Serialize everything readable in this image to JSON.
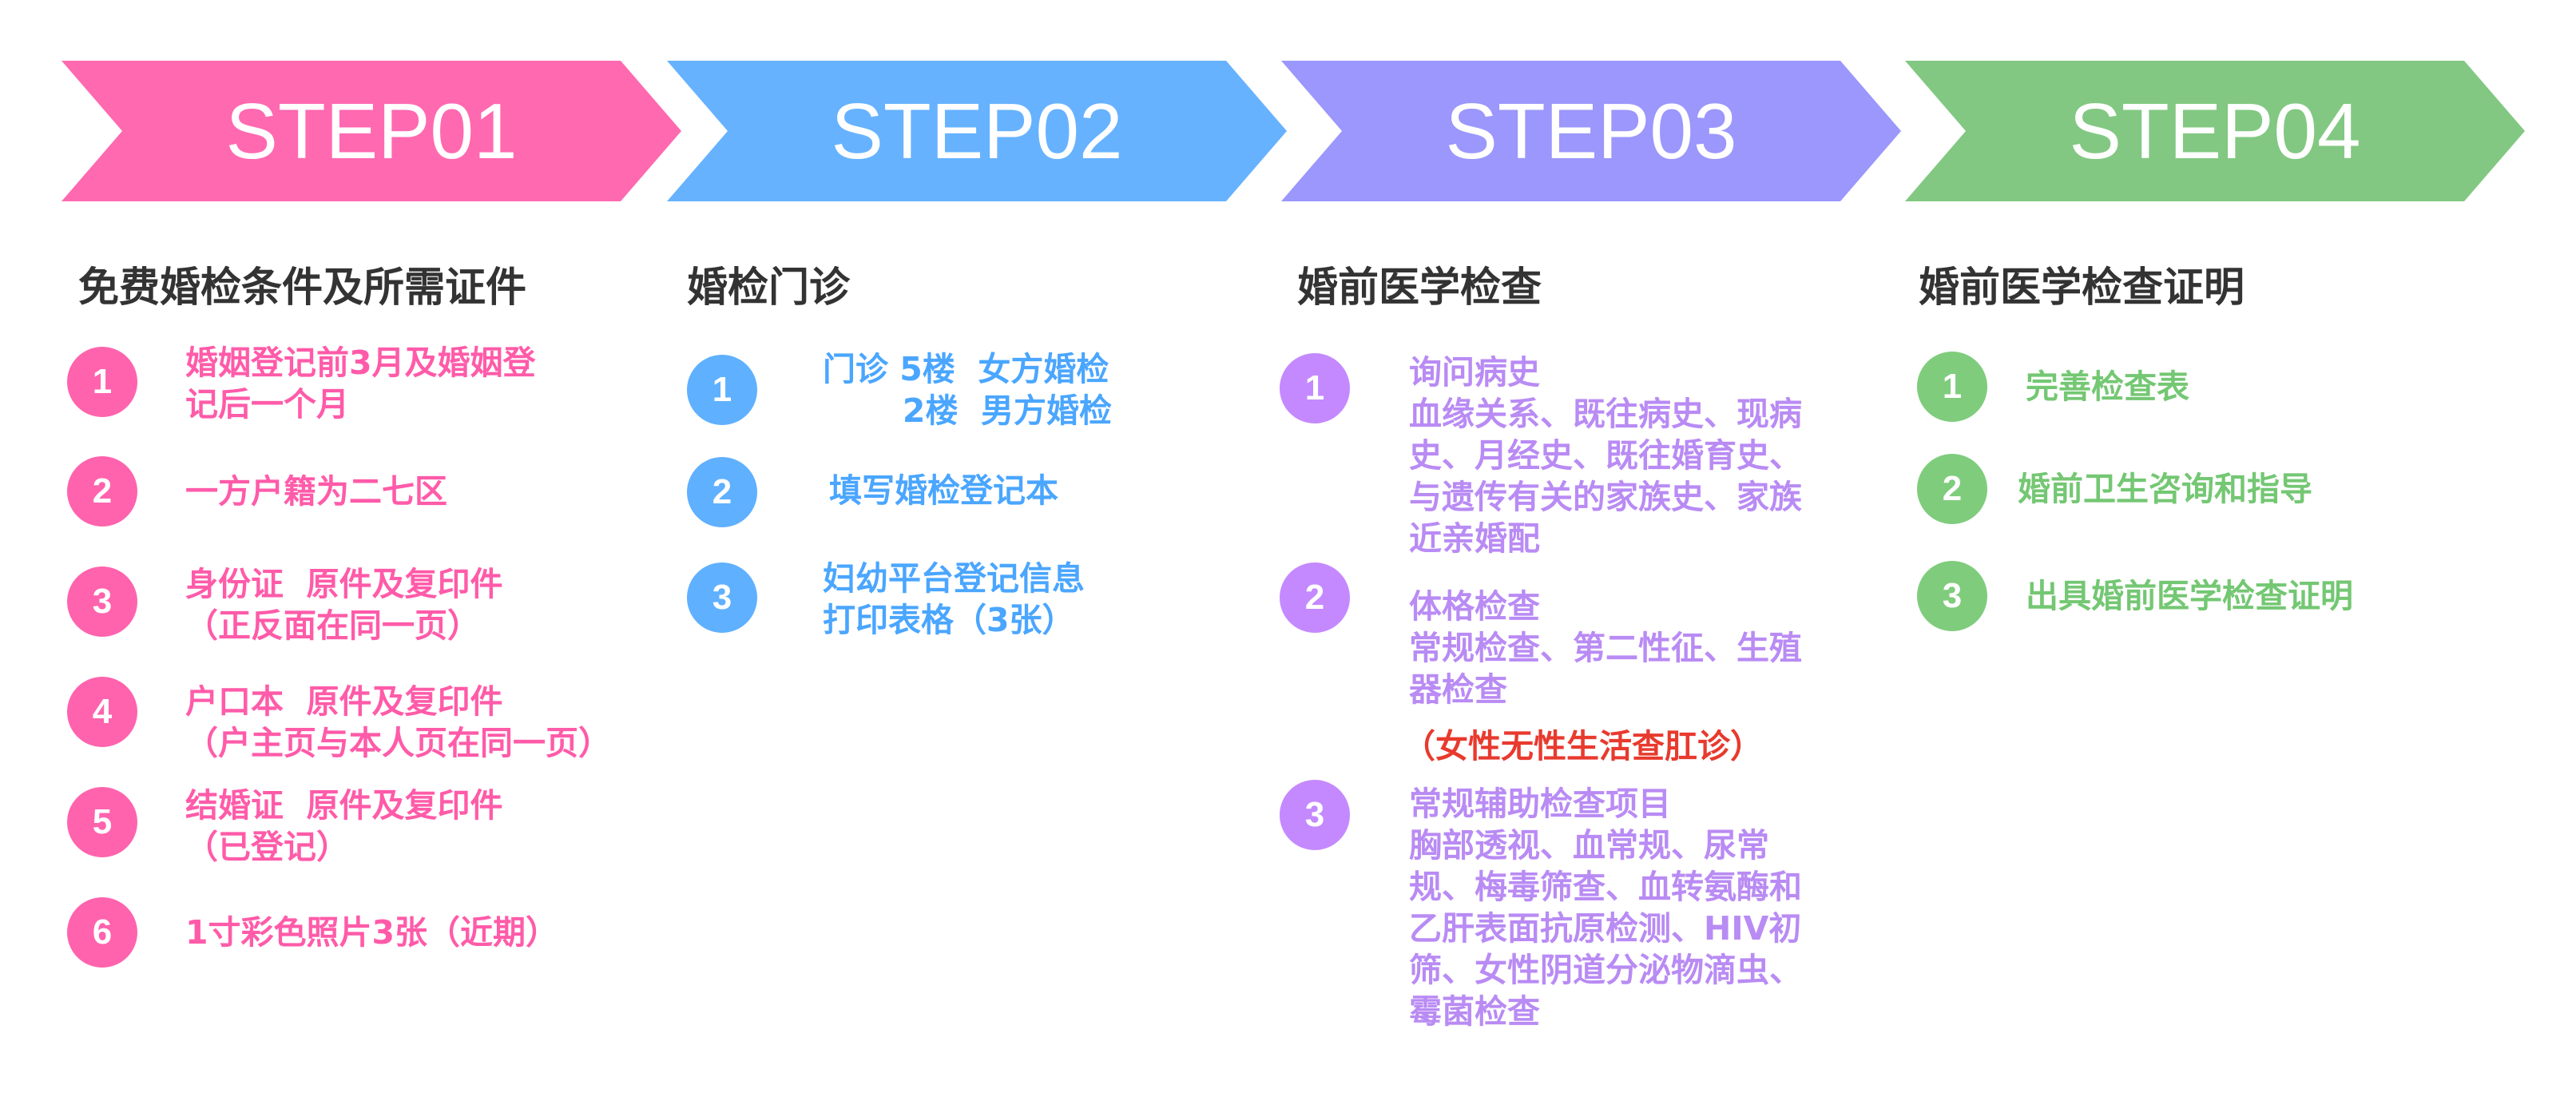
{
  "colors": {
    "step1": "#ff69b0",
    "step2": "#66b2ff",
    "step3": "#9b97fc",
    "step4": "#82c882",
    "warning": "#e83a2e"
  },
  "steps": [
    {
      "label": "STEP01",
      "heading": "免费婚检条件及所需证件",
      "items": [
        {
          "num": "1",
          "text": "婚姻登记前3月及婚姻登\n记后一个月"
        },
        {
          "num": "2",
          "text": "一方户籍为二七区"
        },
        {
          "num": "3",
          "text": "身份证  原件及复印件\n（正反面在同一页）"
        },
        {
          "num": "4",
          "text": "户口本  原件及复印件\n（户主页与本人页在同一页）"
        },
        {
          "num": "5",
          "text": "结婚证  原件及复印件\n（已登记）"
        },
        {
          "num": "6",
          "text": "1寸彩色照片3张（近期）"
        }
      ]
    },
    {
      "label": "STEP02",
      "heading": "婚检门诊",
      "items": [
        {
          "num": "1",
          "text": "门诊 5楼  女方婚检\n       2楼  男方婚检"
        },
        {
          "num": "2",
          "text": "填写婚检登记本"
        },
        {
          "num": "3",
          "text": "妇幼平台登记信息\n打印表格（3张）"
        }
      ]
    },
    {
      "label": "STEP03",
      "heading": "婚前医学检查",
      "items": [
        {
          "num": "1",
          "text": "询问病史\n血缘关系、既往病史、现病\n史、月经史、既往婚育史、\n与遗传有关的家族史、家族\n近亲婚配"
        },
        {
          "num": "2",
          "text": "体格检查\n常规检查、第二性征、生殖\n器检查",
          "note": "（女性无性生活查肛诊）"
        },
        {
          "num": "3",
          "text": "常规辅助检查项目\n胸部透视、血常规、尿常\n规、梅毒筛查、血转氨酶和\n乙肝表面抗原检测、HIV初\n筛、女性阴道分泌物滴虫、\n霉菌检查"
        }
      ]
    },
    {
      "label": "STEP04",
      "heading": "婚前医学检查证明",
      "items": [
        {
          "num": "1",
          "text": "完善检查表"
        },
        {
          "num": "2",
          "text": "婚前卫生咨询和指导"
        },
        {
          "num": "3",
          "text": "出具婚前医学检查证明"
        }
      ]
    }
  ]
}
